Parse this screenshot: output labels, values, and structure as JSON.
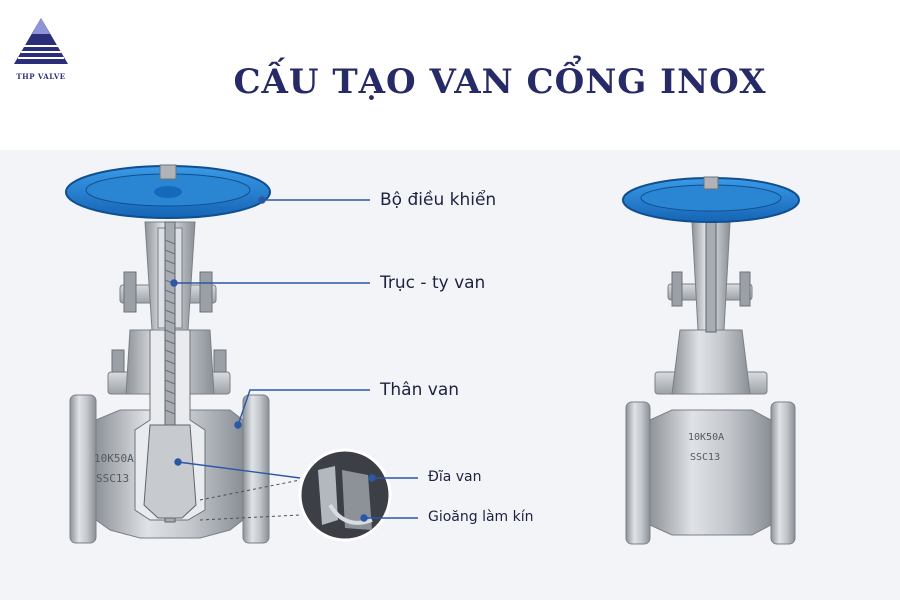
{
  "logo": {
    "text": "THP VALVE",
    "icon": "triangle-stripes-logo"
  },
  "title": "CẤU TẠO VAN CỔNG INOX",
  "labels": {
    "handwheel": "Bộ điều khiển",
    "stem": "Trục - ty van",
    "body": "Thân van",
    "disc": "Đĩa van",
    "seal": "Gioăng làm kín"
  },
  "valve_markings": {
    "size": "10K50A",
    "material": "SSC13"
  },
  "colors": {
    "title": "#262a66",
    "handwheel": "#1f7fd0",
    "steel": "#c9ccd1",
    "leader": "#2c57a6"
  }
}
